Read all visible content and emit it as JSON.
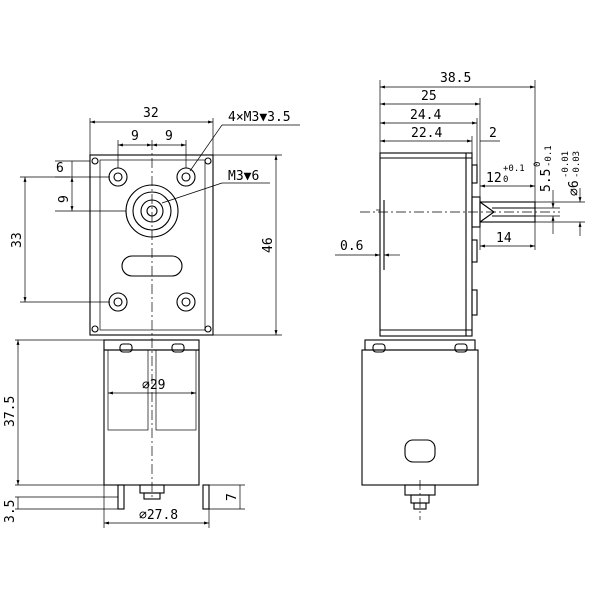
{
  "front_view": {
    "width": "32",
    "hole_spacing_left": "9",
    "hole_spacing_right": "9",
    "mount_holes": "4×M3",
    "mount_depth": "▼3.5",
    "shaft_hole": "M3",
    "shaft_depth": "▼6",
    "top_offset": "6",
    "hole_offset": "9",
    "hole_pitch": "33",
    "height": "46",
    "motor_length": "37.5",
    "motor_dia_inner": "⌀29",
    "terminal": "7",
    "bottom": "3.5",
    "motor_dia": "⌀27.8"
  },
  "side_view": {
    "overall": "38.5",
    "d25": "25",
    "d24_4": "24.4",
    "d22_4": "22.4",
    "d2": "2",
    "d12": "12",
    "d12_tol_up": "+0.1",
    "d12_tol_lo": "0",
    "d5_5": "5.5",
    "d5_5_tol_up": "0",
    "d5_5_tol_lo": "-0.1",
    "d6": "⌀6",
    "d6_tol_up": "-0.01",
    "d6_tol_lo": "-0.03",
    "d0_6": "0.6",
    "d14": "14"
  }
}
